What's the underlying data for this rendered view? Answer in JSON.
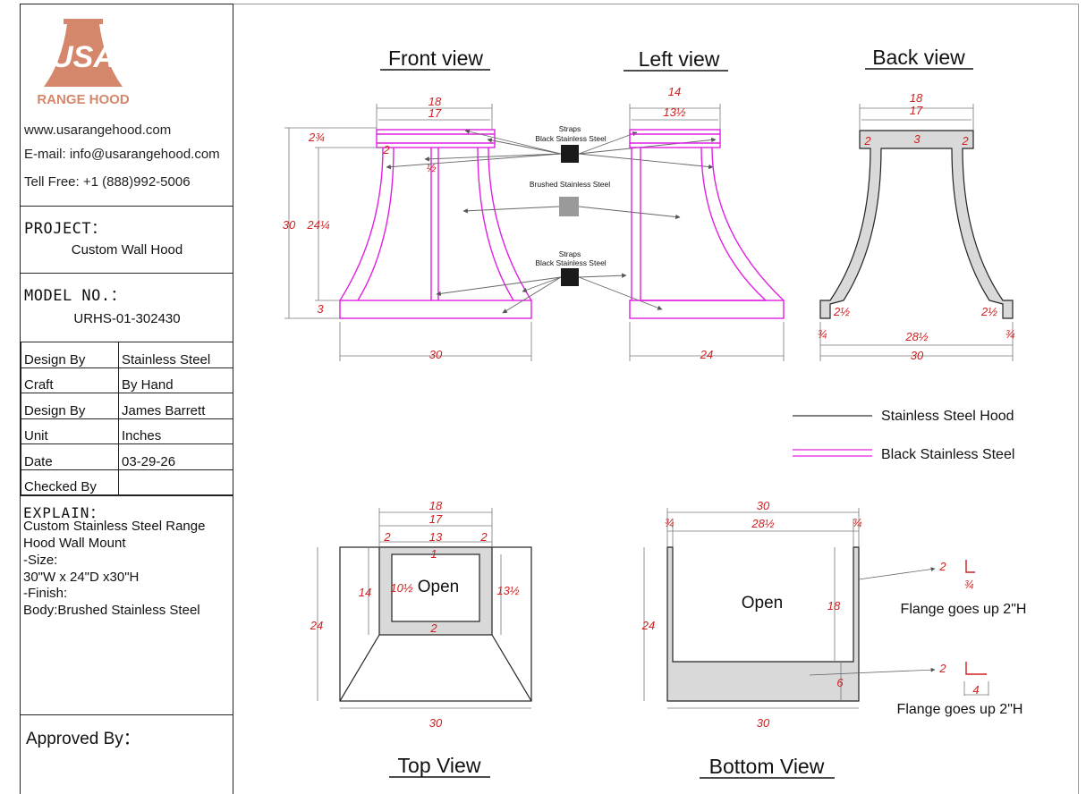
{
  "logo": {
    "text_top": "USA",
    "text_bottom": "RANGE HOOD",
    "color": "#d4876a"
  },
  "contact": {
    "website": "www.usarangehood.com",
    "email": "E-mail: info@usarangehood.com",
    "phone": "Tell Free: +1 (888)992-5006"
  },
  "project": {
    "label": "PROJECT：",
    "value": "Custom Wall Hood"
  },
  "model": {
    "label": "MODEL NO.：",
    "value": "URHS-01-302430"
  },
  "info_rows": [
    {
      "label": "Design By",
      "value": "Stainless Steel"
    },
    {
      "label": "Craft",
      "value": "By Hand"
    },
    {
      "label": "Design By",
      "value": "James Barrett"
    },
    {
      "label": "Unit",
      "value": "Inches"
    },
    {
      "label": "Date",
      "value": "03-29-26"
    },
    {
      "label": "Checked By",
      "value": ""
    }
  ],
  "explain": {
    "label": "EXPLAIN：",
    "lines": [
      "Custom Stainless Steel Range",
      "Hood Wall Mount",
      "-Size:",
      "30\"W x 24\"D x30\"H",
      "-Finish:",
      "Body:Brushed Stainless Steel"
    ]
  },
  "approved": "Approved By：",
  "views": {
    "front": "Front view",
    "left": "Left view",
    "back": "Back view",
    "top": "Top View",
    "bottom": "Bottom View"
  },
  "materials": {
    "straps_top_1": "Straps",
    "straps_top_2": "Black Stainless Steel",
    "brushed": "Brushed Stainless Steel",
    "straps_bottom_1": "Straps",
    "straps_bottom_2": "Black Stainless Steel"
  },
  "legend": {
    "hood": "Stainless Steel Hood",
    "black": "Black Stainless Steel"
  },
  "labels": {
    "open_top": "Open",
    "open_bottom": "Open",
    "flange_1": "Flange goes up 2\"H",
    "flange_2": "Flange goes up 2\"H"
  },
  "dims": {
    "front": {
      "w18": "18",
      "w17": "17",
      "h30": "30",
      "h24q": "24¼",
      "h3q": "2¾",
      "h3": "3",
      "half": "½",
      "two": "2",
      "w30": "30"
    },
    "left": {
      "w14": "14",
      "w13h": "13½",
      "w24": "24"
    },
    "back": {
      "w18": "18",
      "w17": "17",
      "two_a": "2",
      "three": "3",
      "two_b": "2",
      "l22": "2½",
      "r22": "2½",
      "l34": "¾",
      "r34": "¾",
      "mid": "28½",
      "w30": "30"
    },
    "top": {
      "w18": "18",
      "w17": "17",
      "a2": "2",
      "a13": "13",
      "b2": "2",
      "one": "1",
      "h14": "14",
      "h10h": "10½",
      "h13h": "13½",
      "c2": "2",
      "h24": "24",
      "w30": "30"
    },
    "bottom": {
      "w30t": "30",
      "l34": "¾",
      "w28h": "28½",
      "r34": "¾",
      "h18": "18",
      "h24": "24",
      "six": "6",
      "w30": "30",
      "f2a": "2",
      "f34": "¾",
      "f2b": "2",
      "four": "4"
    }
  },
  "colors": {
    "magenta": "#e020e0",
    "red_dim": "#d02020",
    "gray_fill": "#d9d9d9",
    "strap": "#1a1a1a"
  }
}
